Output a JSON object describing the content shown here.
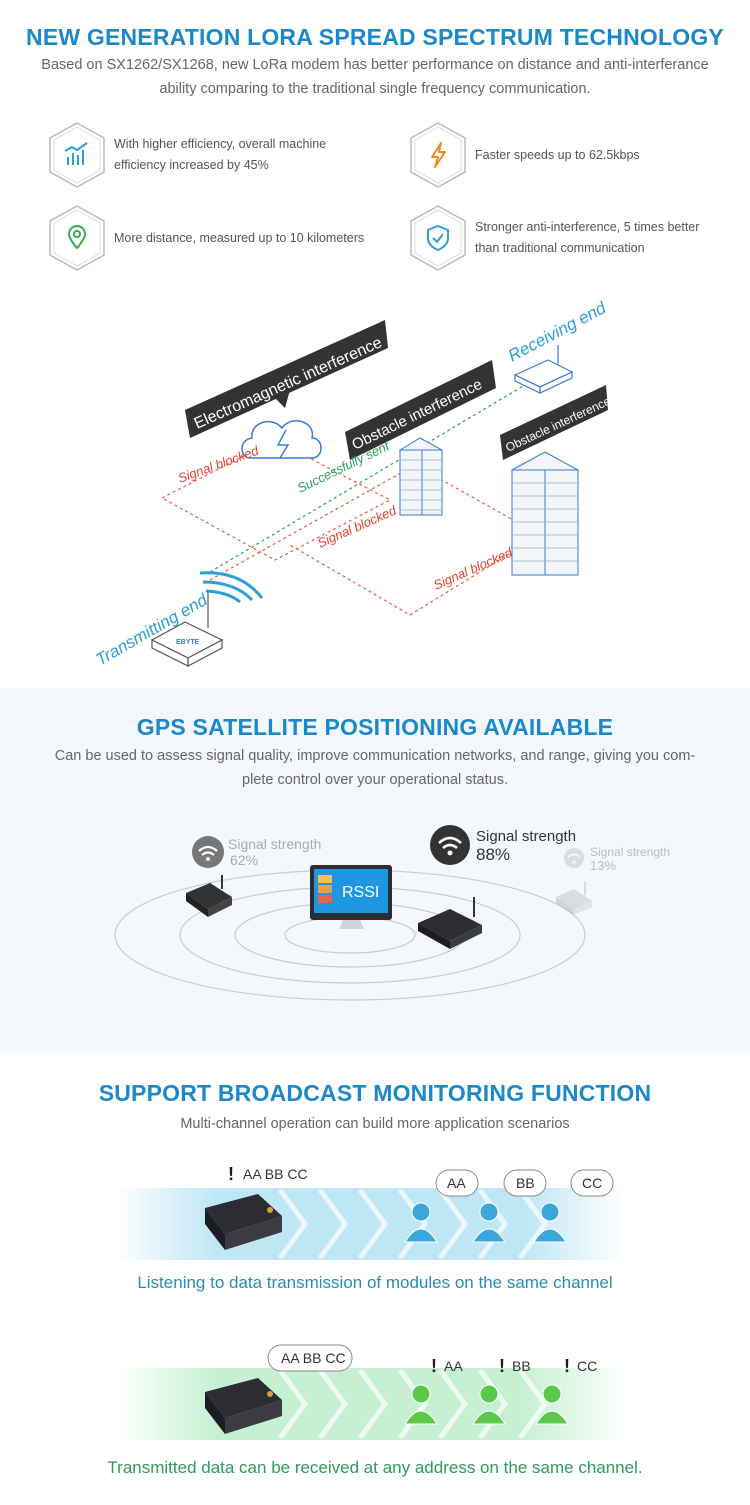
{
  "lora": {
    "title": "NEW GENERATION LORA SPREAD SPECTRUM TECHNOLOGY",
    "desc_line1": "Based on SX1262/SX1268, new LoRa modem has better performance on distance and anti-interferance",
    "desc_line2": "ability comparing to the traditional single frequency communication.",
    "features": [
      {
        "icon": "chart-icon",
        "line1": "With higher efficiency, overall machine",
        "line2": "efficiency increased by 45%"
      },
      {
        "icon": "lightning-icon",
        "line1": "Faster speeds up to 62.5kbps",
        "line2": ""
      },
      {
        "icon": "location-pin-icon",
        "line1": "More distance, measured up to 10 kilometers",
        "line2": ""
      },
      {
        "icon": "shield-icon",
        "line1": "Stronger anti-interference, 5 times better",
        "line2": "than traditional communication"
      }
    ],
    "diagram": {
      "electromagnetic": "Electromagnetic interference",
      "obstacle1": "Obstacle interference",
      "obstacle2": "Obstacle interference",
      "receiving": "Receiving end",
      "transmitting": "Transmitting end",
      "blocked1": "Signal blocked",
      "blocked2": "Signal blocked",
      "blocked3": "Signal blocked",
      "sent": "Successfully sent",
      "brand": "EBYTE"
    }
  },
  "gps": {
    "title": "GPS SATELLITE POSITIONING AVAILABLE",
    "desc_line1": "Can be used to assess signal quality, improve communication networks, and range, giving you com-",
    "desc_line2": "plete control over your operational status.",
    "monitor_label": "RSSI",
    "signals": [
      {
        "label": "Signal strength",
        "value": "62%"
      },
      {
        "label": "Signal strength",
        "value": "88%"
      },
      {
        "label": "Signal strength",
        "value": "13%"
      }
    ]
  },
  "broadcast": {
    "title": "SUPPORT BROADCAST MONITORING FUNCTION",
    "desc": "Multi-channel operation can build more application scenarios",
    "band1": {
      "alert": "AA BB CC",
      "bubbles": [
        "AA",
        "BB",
        "CC"
      ],
      "caption": "Listening to data transmission of modules on the same channel"
    },
    "band2": {
      "bubble": "AA BB CC",
      "alerts": [
        "AA",
        "BB",
        "CC"
      ],
      "caption": "Transmitted data can be received at any address on the same channel."
    },
    "colors": {
      "blue_band": "#bfe6f5",
      "green_band": "#c6f0d2",
      "user_blue": "#3aa6da",
      "user_green": "#5cc84a"
    }
  }
}
